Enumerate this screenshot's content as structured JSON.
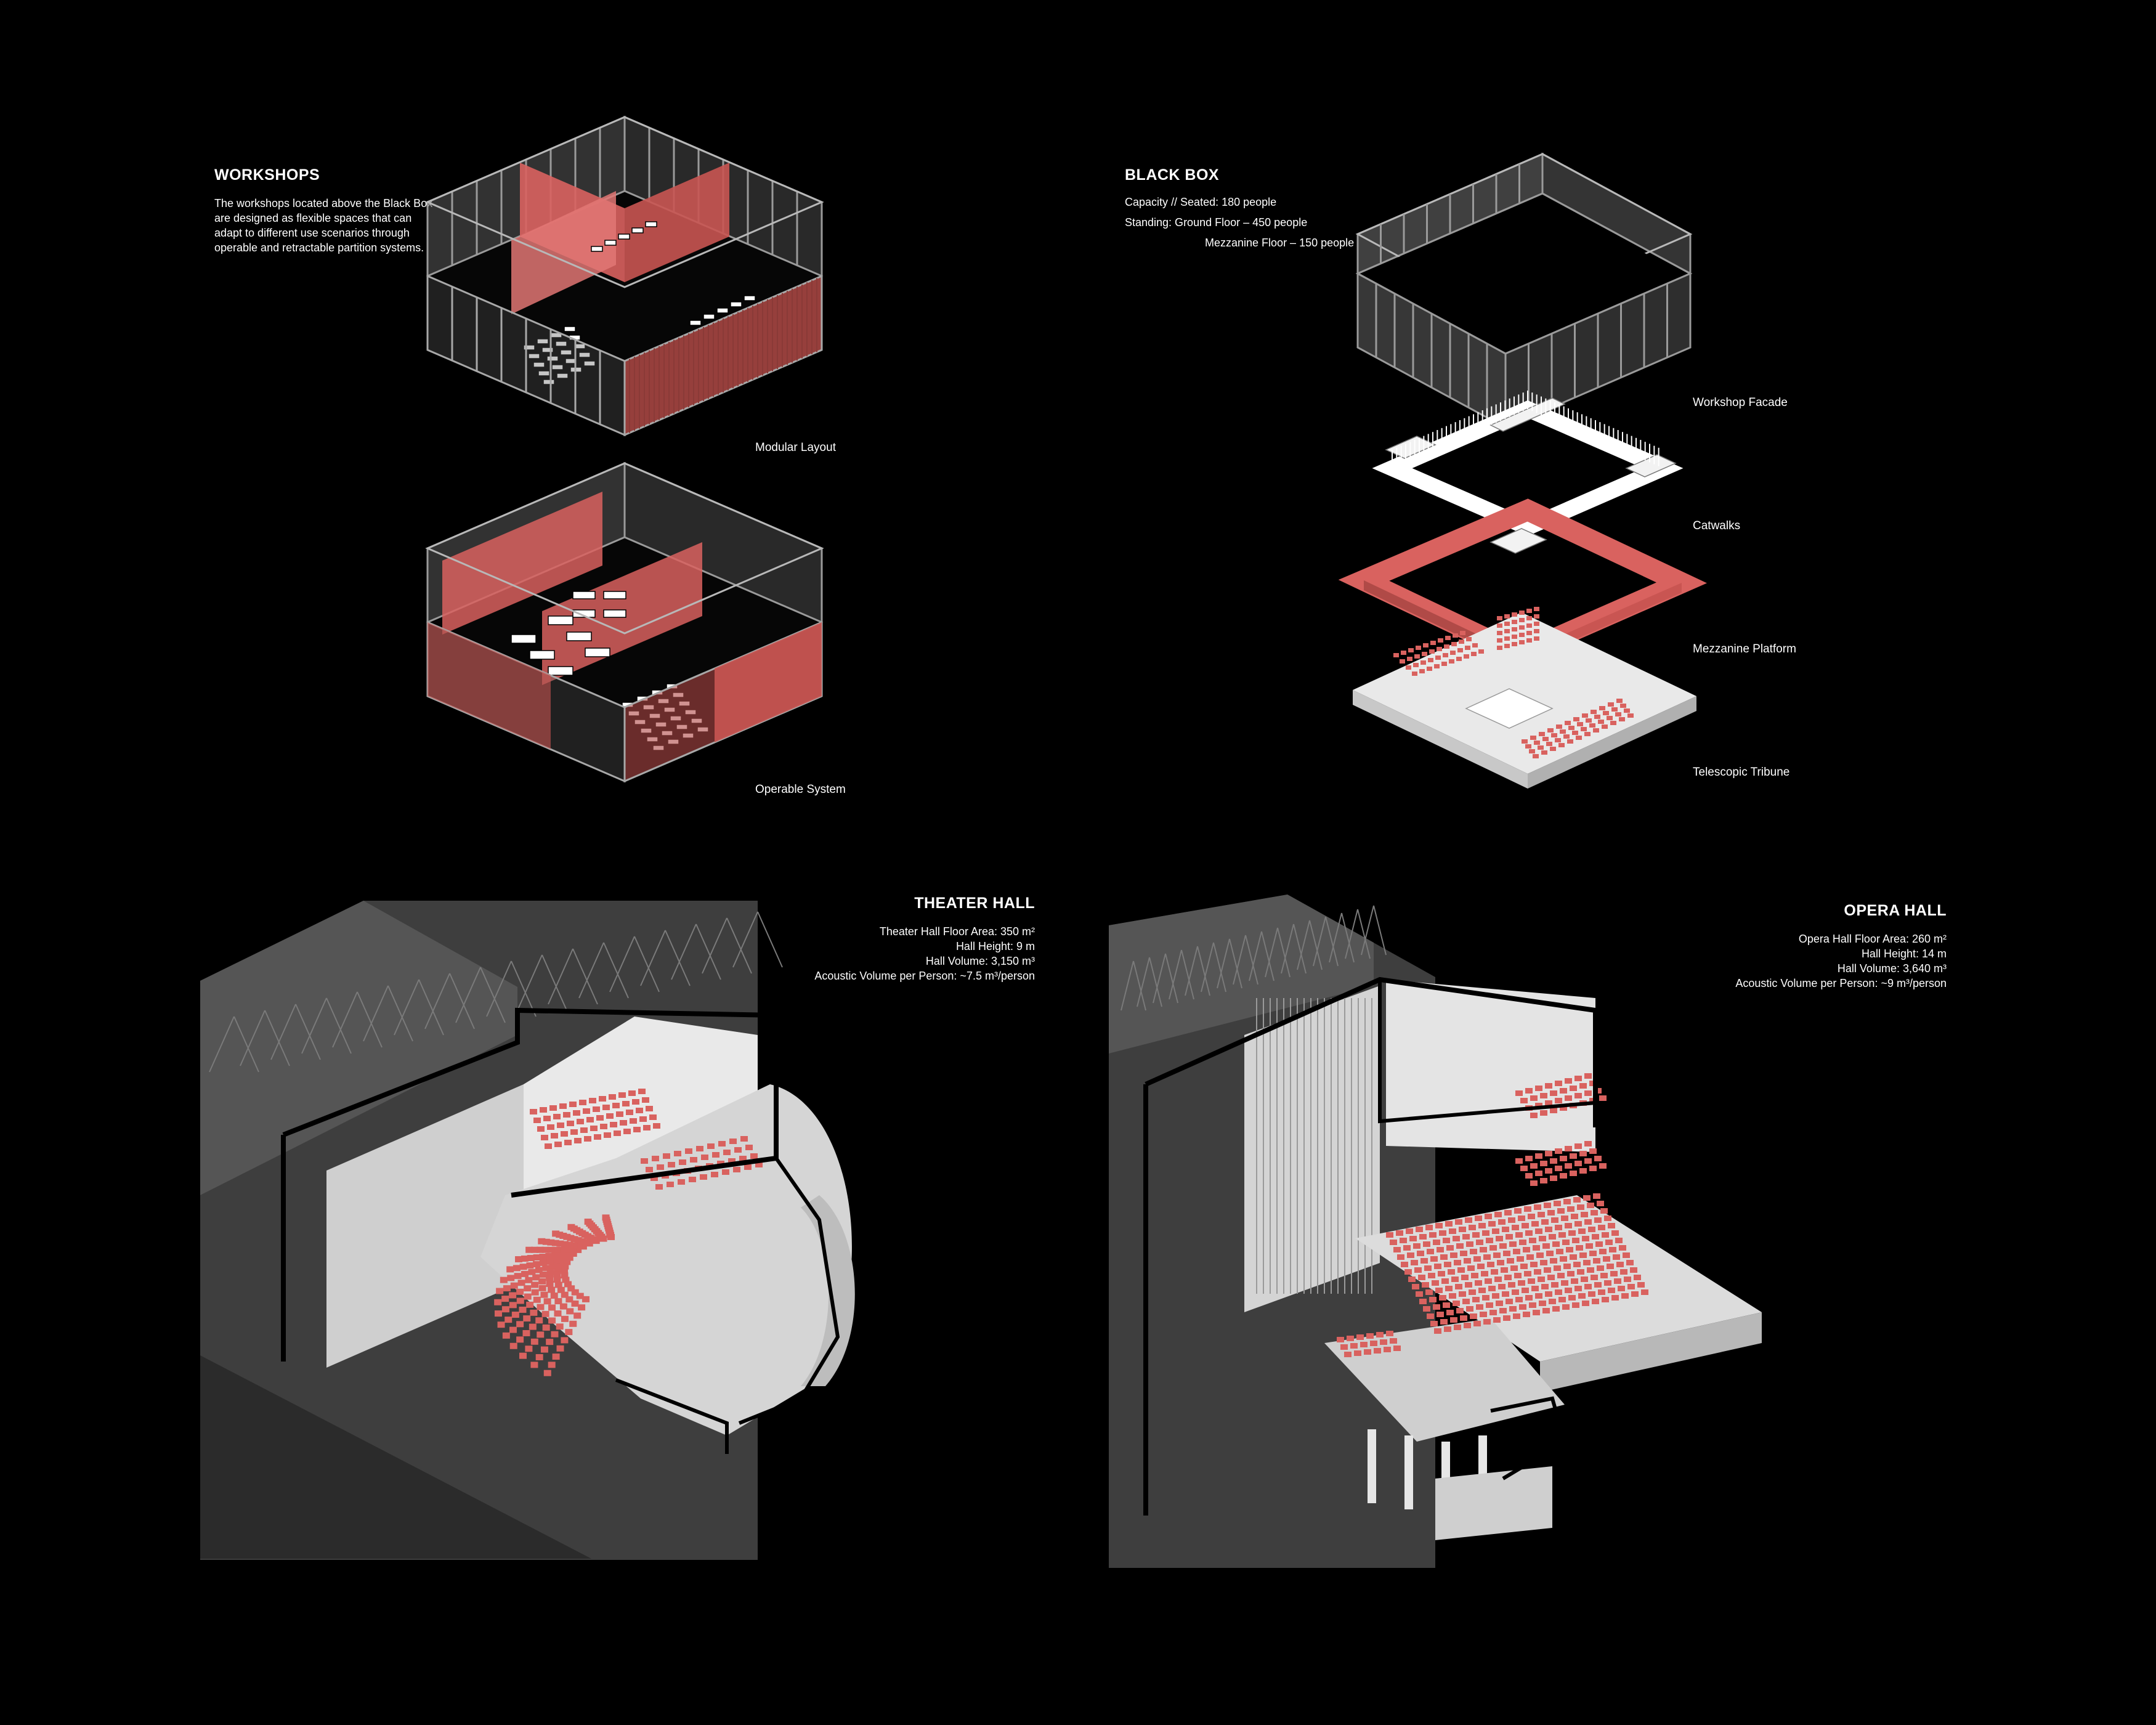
{
  "workshops": {
    "title": "WORKSHOPS",
    "description": [
      "The workshops located above the Black Box",
      "are designed as flexible spaces that can",
      "adapt to different use scenarios through",
      "operable and retractable partition systems."
    ],
    "labels": {
      "modular": "Modular Layout",
      "operable": "Operable System"
    }
  },
  "blackbox": {
    "title": "BLACK BOX",
    "capacity": [
      "Capacity // Seated: 180 people",
      "Standing: Ground Floor – 450 people",
      "Mezzanine Floor – 150 people"
    ],
    "labels": {
      "facade": "Workshop Facade",
      "catwalks": "Catwalks",
      "mezzanine": "Mezzanine Platform",
      "tribune": "Telescopic Tribune"
    }
  },
  "theater": {
    "title": "THEATER HALL",
    "stats": [
      "Theater Hall Floor Area: 350 m²",
      "Hall Height: 9 m",
      "Hall Volume: 3,150 m³",
      "Acoustic Volume per Person: ~7.5 m³/person"
    ]
  },
  "opera": {
    "title": "OPERA HALL",
    "stats": [
      "Opera Hall Floor Area: 260 m²",
      "Hall Height: 14 m",
      "Hall Volume: 3,640 m³",
      "Acoustic Volume per Person: ~9 m³/person"
    ]
  },
  "colors": {
    "background": "#000000",
    "accent": "#d9625f",
    "structure": "#eeeeee",
    "glass": "#6a6a6a",
    "shadow": "#2a2a2a"
  }
}
